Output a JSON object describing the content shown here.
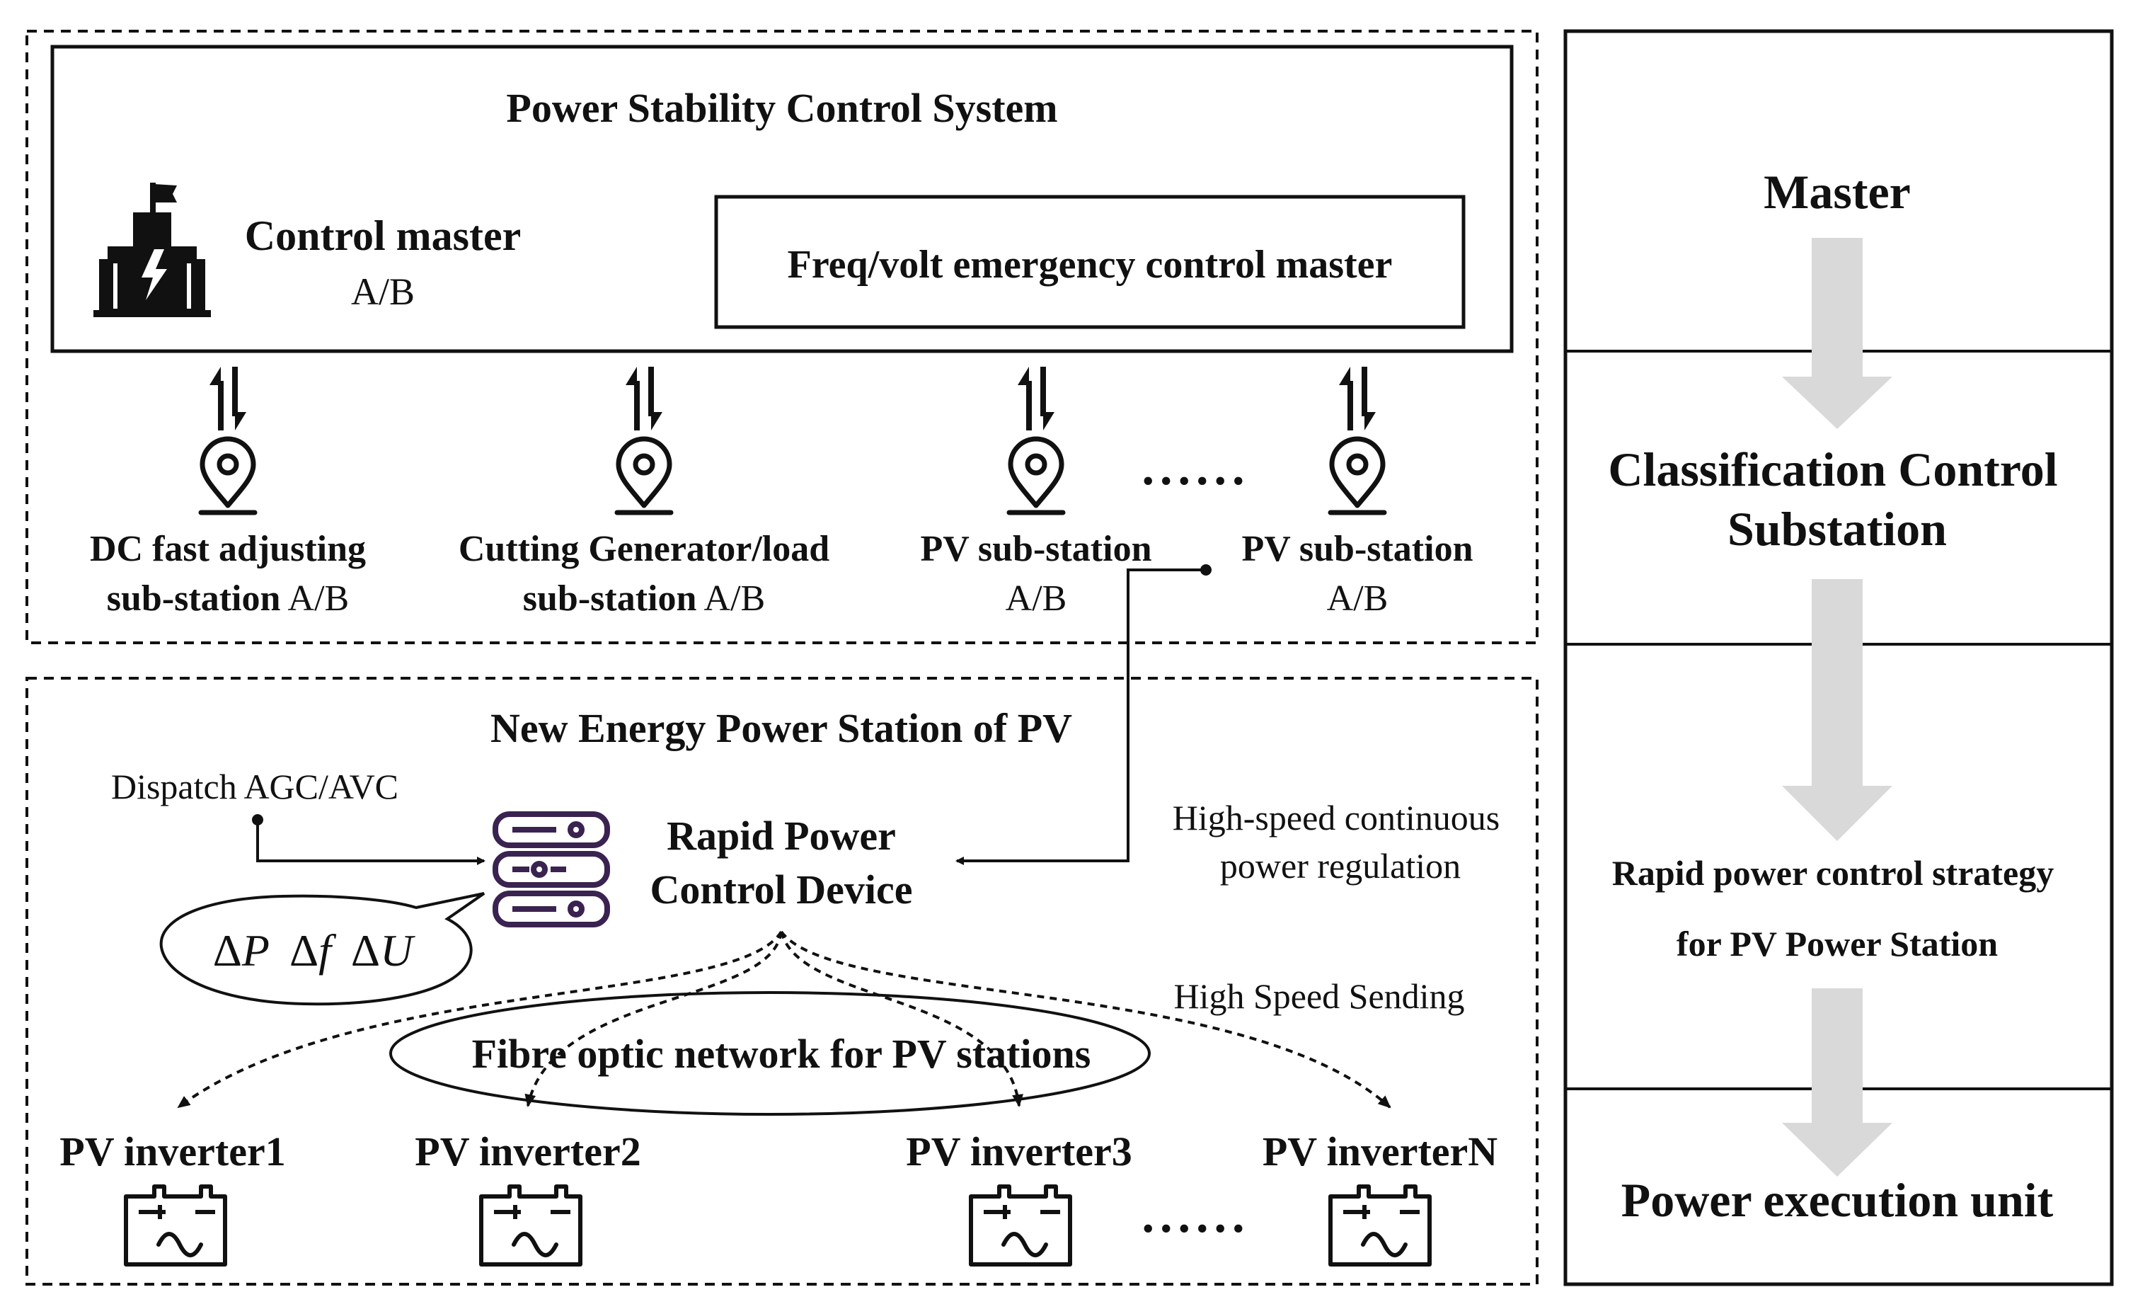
{
  "top": {
    "title": "Power Stability Control System",
    "control_master": {
      "name": "Control master",
      "sub": "A/B"
    },
    "emergency_master": "Freq/volt emergency control master",
    "substations": [
      {
        "line1": "DC fast adjusting",
        "line2_bold": "sub-station",
        "line2_suffix": " A/B"
      },
      {
        "line1": "Cutting Generator/load",
        "line2_bold": "sub-station",
        "line2_suffix": " A/B"
      },
      {
        "line1": "PV sub-station",
        "line2_bold": "",
        "line2_suffix": "A/B"
      },
      {
        "line1": "PV sub-station",
        "line2_bold": "",
        "line2_suffix": "A/B"
      }
    ],
    "ellipsis": "......"
  },
  "bottom": {
    "title": "New Energy Power Station of PV",
    "dispatch": "Dispatch AGC/AVC",
    "device_line1": "Rapid Power",
    "device_line2": "Control Device",
    "deltas": {
      "p": "P",
      "f": "f",
      "u": "U",
      "delta": "Δ"
    },
    "regulation_line1": "High-speed continuous",
    "regulation_line2": "power regulation",
    "sending": "High Speed Sending",
    "network": "Fibre optic network for PV stations",
    "inverters": [
      "PV inverter1",
      "PV inverter2",
      "PV inverter3",
      "PV inverterN"
    ],
    "ellipsis": "......"
  },
  "levels": {
    "master": "Master",
    "classification_line1": "Classification Control",
    "classification_line2": "Substation",
    "strategy_line1": "Rapid power control strategy",
    "strategy_line2": "for PV Power Station",
    "execution": "Power execution unit"
  },
  "colors": {
    "line": "#111111",
    "server_icon": "#3a2350",
    "arrow_gray": "#d9d9d9"
  },
  "icons": {
    "control_master": "power-building-icon",
    "transfer": "bidirectional-arrows-icon",
    "substation": "map-pin-icon",
    "device": "server-rack-icon",
    "inverter": "battery-inverter-icon"
  }
}
